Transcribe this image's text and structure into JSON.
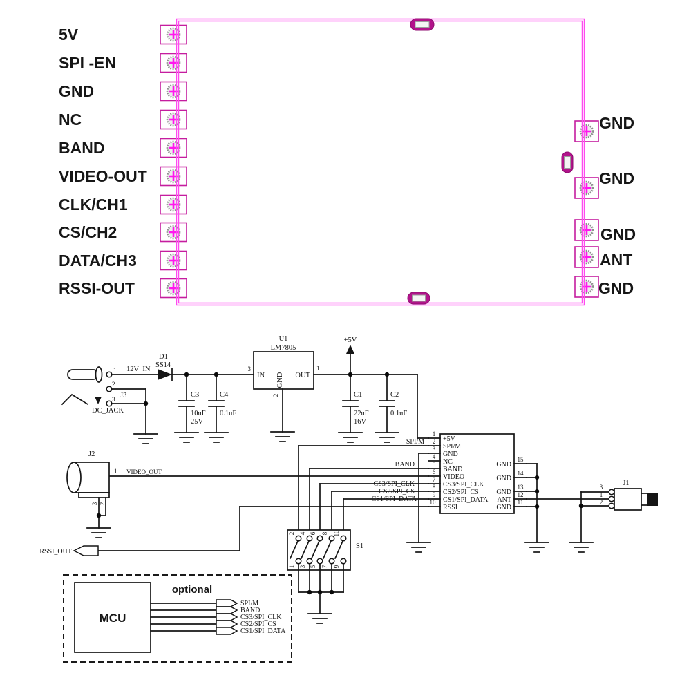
{
  "colors": {
    "board_edge": "#ff4bf0",
    "pad_outline": "#c51d9f",
    "pad_cross": "#ff16ee",
    "ink": "#151515"
  },
  "pcb": {
    "left_pads": [
      "5V",
      "SPI -EN",
      "GND",
      "NC",
      "BAND",
      "VIDEO-OUT",
      "CLK/CH1",
      "CS/CH2",
      "DATA/CH3",
      "RSSI-OUT"
    ],
    "right_pads": [
      "GND",
      "GND",
      "GND",
      "ANT",
      "GND"
    ]
  },
  "power": {
    "net_12v": "12V_IN",
    "rail": "+5V",
    "d1": {
      "ref": "D1",
      "part": "SS14"
    },
    "j3": {
      "ref": "J3",
      "part": "DC_JACK",
      "pin1": "1",
      "pin2": "2",
      "pin3": "3"
    },
    "u1": {
      "ref": "U1",
      "part": "LM7805",
      "in": "IN",
      "out": "OUT",
      "gnd": "GND",
      "pin_in": "3",
      "pin_out": "1",
      "pin_gnd": "2"
    },
    "c1": {
      "ref": "C1",
      "val": "22uF",
      "v": "16V"
    },
    "c2": {
      "ref": "C2",
      "val": "0.1uF"
    },
    "c3": {
      "ref": "C3",
      "val": "10uF",
      "v": "25V"
    },
    "c4": {
      "ref": "C4",
      "val": "0.1uF"
    }
  },
  "ic": {
    "left_pins": [
      {
        "n": "1",
        "name": "+5V"
      },
      {
        "n": "2",
        "name": "SPI/M"
      },
      {
        "n": "3",
        "name": "GND"
      },
      {
        "n": "4",
        "name": "NC"
      },
      {
        "n": "5",
        "name": "BAND"
      },
      {
        "n": "6",
        "name": "VIDEO"
      },
      {
        "n": "7",
        "name": "CS3/SPI_CLK"
      },
      {
        "n": "8",
        "name": "CS2/SPI_CS"
      },
      {
        "n": "9",
        "name": "CS1/SPI_DATA"
      },
      {
        "n": "10",
        "name": "RSSI"
      }
    ],
    "right_pins": [
      {
        "n": "15",
        "name": "GND"
      },
      {
        "n": "14",
        "name": "GND"
      },
      {
        "n": "13",
        "name": "GND"
      },
      {
        "n": "12",
        "name": "ANT"
      },
      {
        "n": "11",
        "name": "GND"
      }
    ]
  },
  "nets": {
    "spi_m": "SPI/M",
    "band": "BAND",
    "cs3": "CS3/SPI_CLK",
    "cs2": "CS2/SPI_CS",
    "cs1": "CS1/SPI_DATA",
    "video": "VIDEO_OUT",
    "video_pin": "1",
    "rssi": "RSSI_OUT"
  },
  "j2": {
    "ref": "J2",
    "pin1": "1",
    "pin2": "2",
    "pin3": "3"
  },
  "j1": {
    "ref": "J1",
    "pin1": "1",
    "pin2": "2",
    "pin3": "3"
  },
  "s1": {
    "ref": "S1",
    "top": [
      "2",
      "4",
      "6",
      "8",
      "10"
    ],
    "bottom": [
      "1",
      "3",
      "5",
      "7",
      "9"
    ]
  },
  "mcu": {
    "label": "MCU",
    "caption": "optional",
    "flags": [
      "SPI/M",
      "BAND",
      "CS3/SPI_CLK",
      "CS2/SPI_CS",
      "CS1/SPI_DATA"
    ]
  }
}
